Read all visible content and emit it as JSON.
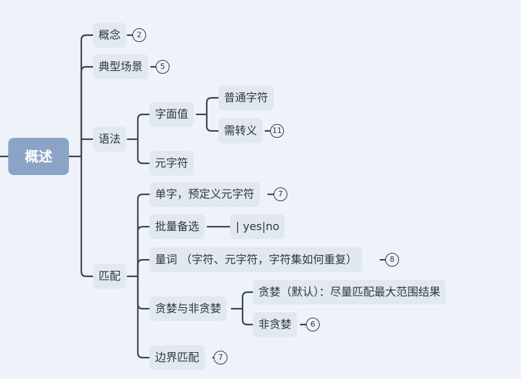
{
  "root": {
    "label": "概述"
  },
  "branches": {
    "concept": {
      "label": "概念",
      "count": "2"
    },
    "scenarios": {
      "label": "典型场景",
      "count": "5"
    },
    "syntax": {
      "label": "语法",
      "literal": {
        "label": "字面值",
        "plain": {
          "label": "普通字符"
        },
        "escape": {
          "label": "需转义",
          "count": "11"
        }
      },
      "meta": {
        "label": "元字符"
      }
    },
    "match": {
      "label": "匹配",
      "single": {
        "label": "单字，预定义元字符",
        "count": "7"
      },
      "alternation": {
        "label": "批量备选",
        "detail": "|  yes|no"
      },
      "quantifier": {
        "label": "量词 （字符、元字符，字符集如何重复）",
        "count": "8"
      },
      "greedy": {
        "label": "贪婪与非贪婪",
        "default": {
          "label": "贪婪（默认）：尽量匹配最大范围结果"
        },
        "lazy": {
          "label": "非贪婪",
          "count": "6"
        }
      },
      "boundary": {
        "label": "边界匹配",
        "count": "7"
      }
    }
  }
}
